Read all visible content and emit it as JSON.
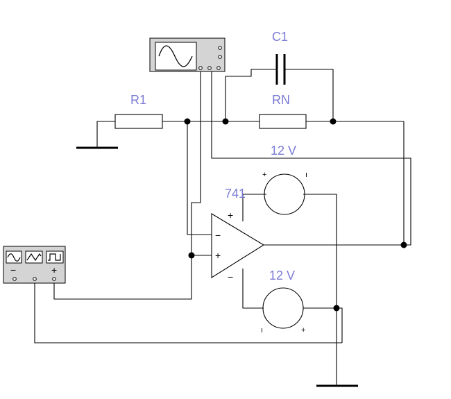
{
  "components": {
    "capacitor": {
      "label": "C1"
    },
    "input_resistor": {
      "label": "R1"
    },
    "feedback_resistor": {
      "label": "RN"
    },
    "opamp": {
      "label": "741",
      "plus_sign": "+",
      "minus_sign": "−"
    },
    "supply_top": {
      "label": "12 V",
      "plus": "+",
      "minus": "ı"
    },
    "supply_bottom": {
      "label": "12 V",
      "plus": "+",
      "minus": "ı"
    },
    "opamp_inputs": {
      "inverting": "−",
      "noninverting": "+"
    },
    "function_generator": {
      "minus": "−",
      "plus": "+"
    }
  },
  "colors": {
    "label": "#7b7bd6",
    "instrument_face": "#d4d4d4"
  }
}
